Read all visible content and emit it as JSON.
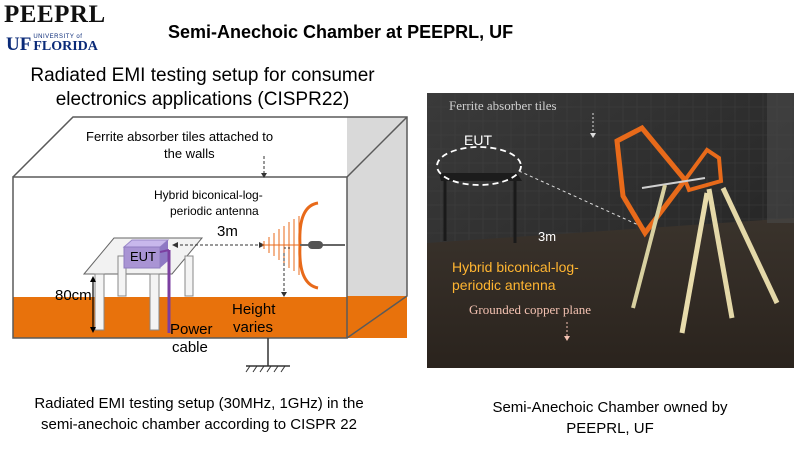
{
  "logo": {
    "peeprl": "PEEPRL",
    "uf_letters": "UF",
    "university_of": "UNIVERSITY of",
    "florida": "FLORIDA"
  },
  "header": {
    "title": "Semi-Anechoic Chamber at PEEPRL, UF"
  },
  "left_panel": {
    "subtitle_line1": "Radiated EMI testing setup for consumer",
    "subtitle_line2": "electronics applications (CISPR22)",
    "diagram": {
      "ferrite_line1": "Ferrite absorber tiles attached to",
      "ferrite_line2": "the walls",
      "antenna_line1": "Hybrid biconical-log-",
      "antenna_line2": "periodic antenna",
      "distance": "3m",
      "eut": "EUT",
      "table_height": "80cm",
      "height_line1": "Height",
      "height_line2": "varies",
      "power_line1": "Power",
      "power_line2": "cable"
    },
    "caption_line1": "Radiated EMI testing setup (30MHz, 1GHz) in the",
    "caption_line2": "semi-anechoic chamber according to CISPR 22"
  },
  "right_panel": {
    "photo": {
      "ferrite": "Ferrite absorber tiles",
      "eut": "EUT",
      "distance": "3m",
      "antenna_line1": "Hybrid   biconical-log-",
      "antenna_line2": "periodic antenna",
      "ground": "Grounded copper plane"
    },
    "caption_line1": "Semi-Anechoic Chamber owned by",
    "caption_line2": "PEEPRL, UF"
  },
  "colors": {
    "orange_floor": "#e8720c",
    "wall_gray": "#d6d6d6",
    "eut_purple": "#a994d4",
    "antenna_orange": "#e86a1a",
    "label_yellow": "#ffb531",
    "label_pink": "#f4c2b2"
  }
}
